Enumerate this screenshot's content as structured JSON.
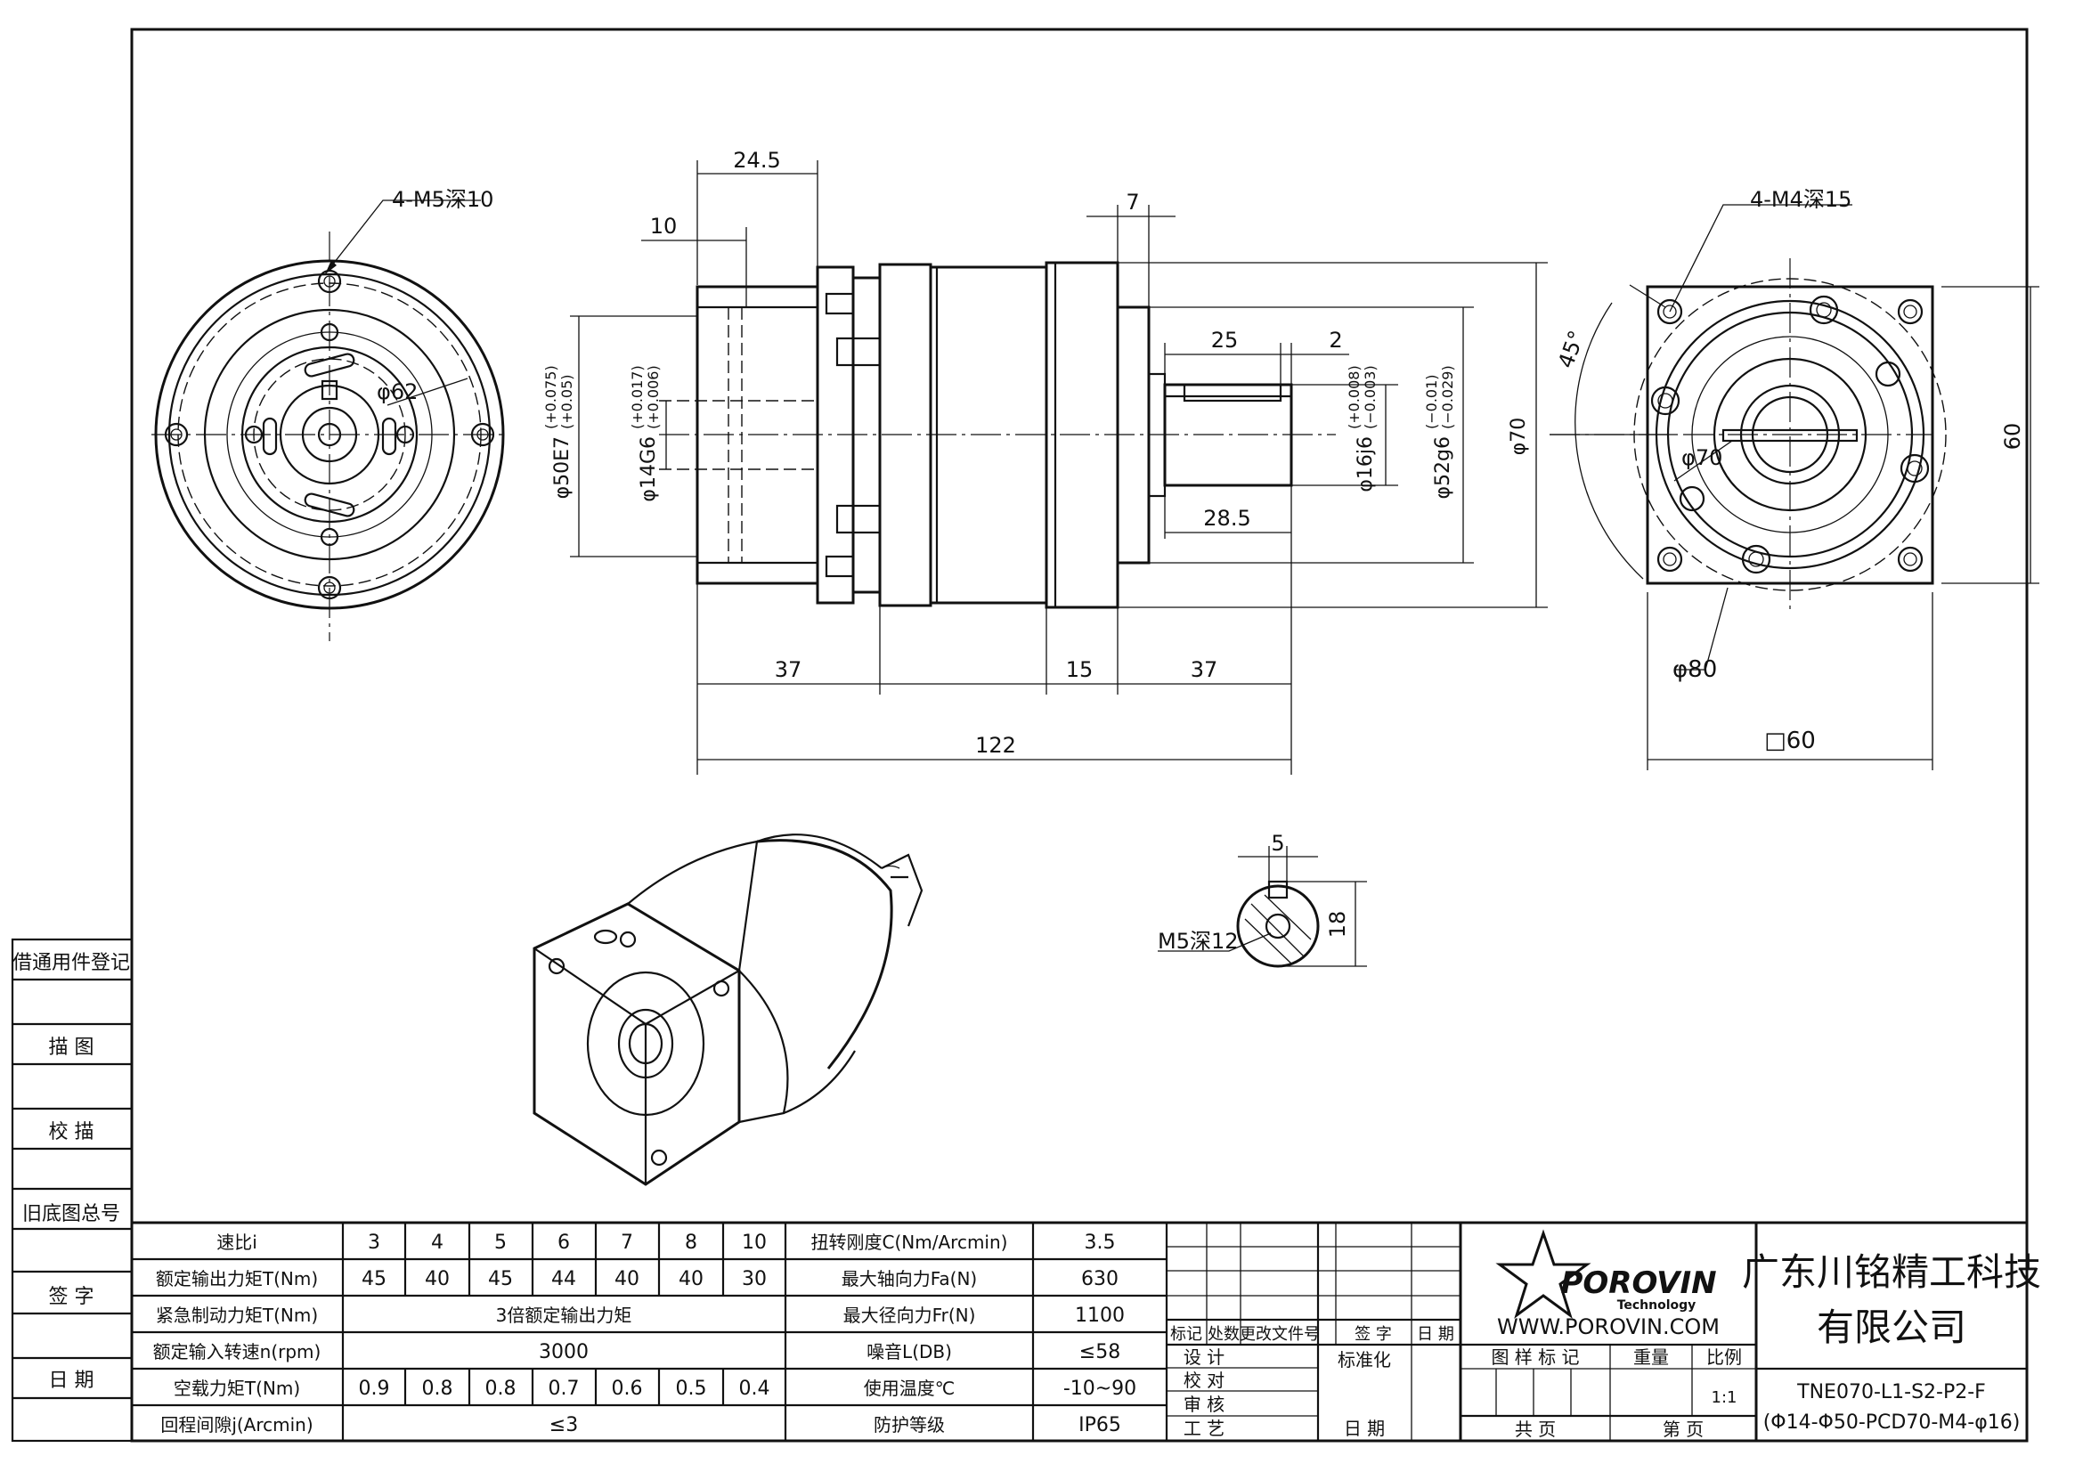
{
  "side_labels": [
    "借通用件登记",
    "描  图",
    "校  描",
    "旧底图总号",
    "签  字",
    "日  期"
  ],
  "spec_table": {
    "rows": [
      {
        "label": "速比i",
        "cells": [
          "3",
          "4",
          "5",
          "6",
          "7",
          "8",
          "10"
        ]
      },
      {
        "label": "额定输出力矩T(Nm)",
        "cells": [
          "45",
          "40",
          "45",
          "44",
          "40",
          "40",
          "30"
        ]
      },
      {
        "label": "紧急制动力矩T(Nm)",
        "span": "3倍额定输出力矩"
      },
      {
        "label": "额定输入转速n(rpm)",
        "span": "3000"
      },
      {
        "label": "空载力矩T(Nm)",
        "cells": [
          "0.9",
          "0.8",
          "0.8",
          "0.7",
          "0.6",
          "0.5",
          "0.4"
        ]
      },
      {
        "label": "回程间隙j(Arcmin)",
        "span": "≤3"
      }
    ],
    "right_rows": [
      {
        "label": "扭转刚度C(Nm/Arcmin)",
        "value": "3.5"
      },
      {
        "label": "最大轴向力Fa(N)",
        "value": "630"
      },
      {
        "label": "最大径向力Fr(N)",
        "value": "1100"
      },
      {
        "label": "噪音L(DB)",
        "value": "≤58"
      },
      {
        "label": "使用温度℃",
        "value": "-10~90"
      },
      {
        "label": "防护等级",
        "value": "IP65"
      }
    ]
  },
  "revision_block": {
    "header": [
      "标记",
      "处数",
      "更改文件号",
      "签 字",
      "日 期"
    ],
    "roles": [
      "设 计",
      "校 对",
      "审 核",
      "工 艺"
    ],
    "standardization": "标准化",
    "date": "日  期"
  },
  "brand": {
    "logo": "POROVIN",
    "logo_sub": "Technology",
    "website": "WWW.POROVIN.COM"
  },
  "company": {
    "line1": "广东川铭精工科技",
    "line2": "有限公司"
  },
  "drawing_info": {
    "headers": [
      "图 样 标 记",
      "重量",
      "比例"
    ],
    "scale": "1:1",
    "sheets_total": "共    页",
    "sheet_no": "第    页"
  },
  "model": {
    "code": "TNE070-L1-S2-P2-F",
    "spec": "(Φ14-Φ50-PCD70-M4-φ16)"
  },
  "dimensions": {
    "left_thread": "4-M5深10",
    "left_pcd": "φ62",
    "d_24_5": "24.5",
    "d_10": "10",
    "d_7": "7",
    "d_25": "25",
    "d_2": "2",
    "d_28_5": "28.5",
    "d_37a": "37",
    "d_15": "15",
    "d_37b": "37",
    "d_122": "122",
    "dia_50": "φ50E7",
    "tol_50": [
      "(+0.075)",
      "(+0.05)"
    ],
    "dia_14": "φ14G6",
    "tol_14": [
      "(+0.017)",
      "(+0.006)"
    ],
    "dia_16": "φ16j6",
    "tol_16": [
      "(+0.008)",
      "(−0.003)"
    ],
    "dia_52": "φ52g6",
    "tol_52": [
      "(−0.01)",
      "(−0.029)"
    ],
    "dia_70": "φ70",
    "right_thread": "4-M4深15",
    "angle": "45°",
    "right_pcd": "φ70",
    "right_dia80": "φ80",
    "d_60v": "60",
    "d_60h": "□60",
    "key_w": "5",
    "key_thread": "M5深12",
    "key_h": "18"
  }
}
